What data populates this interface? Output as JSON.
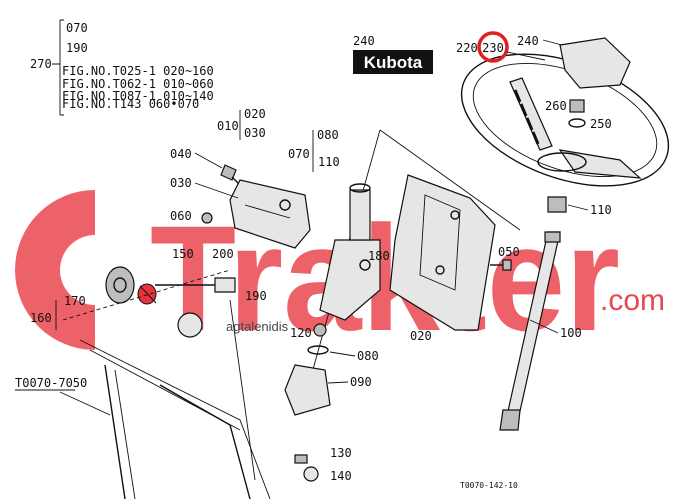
{
  "diagram": {
    "drawing_number": "T0070-142-10",
    "reference_box": "T0070-7050",
    "brand_logo_text": "Kubota",
    "highlight_color": "#e02020",
    "watermark": {
      "main": "Trakter",
      "suffix": ".com",
      "subtitle": "agtalenidis",
      "color": "#e8323c"
    },
    "fig_notes": [
      "FIG.NO.T025-1  020~160",
      "FIG.NO.T062-1  010~060",
      "FIG.NO.T087-1  010~140",
      "FIG.NO.T143  060•070"
    ],
    "parts": {
      "p010": "010",
      "p020": "020",
      "p020b": "020",
      "p030": "030",
      "p030b": "030",
      "p040": "040",
      "p050": "050",
      "p060": "060",
      "p070a": "070",
      "p070b": "070",
      "p080a": "080",
      "p080b": "080",
      "p090": "090",
      "p100": "100",
      "p110a": "110",
      "p110b": "110",
      "p120": "120",
      "p130": "130",
      "p140": "140",
      "p150": "150",
      "p160": "160",
      "p170": "170",
      "p180": "180",
      "p190a": "190",
      "p190b": "190",
      "p200": "200",
      "p220": "220",
      "p230": "230",
      "p240a": "240",
      "p240b": "240",
      "p250": "250",
      "p260": "260",
      "p270": "270"
    }
  }
}
